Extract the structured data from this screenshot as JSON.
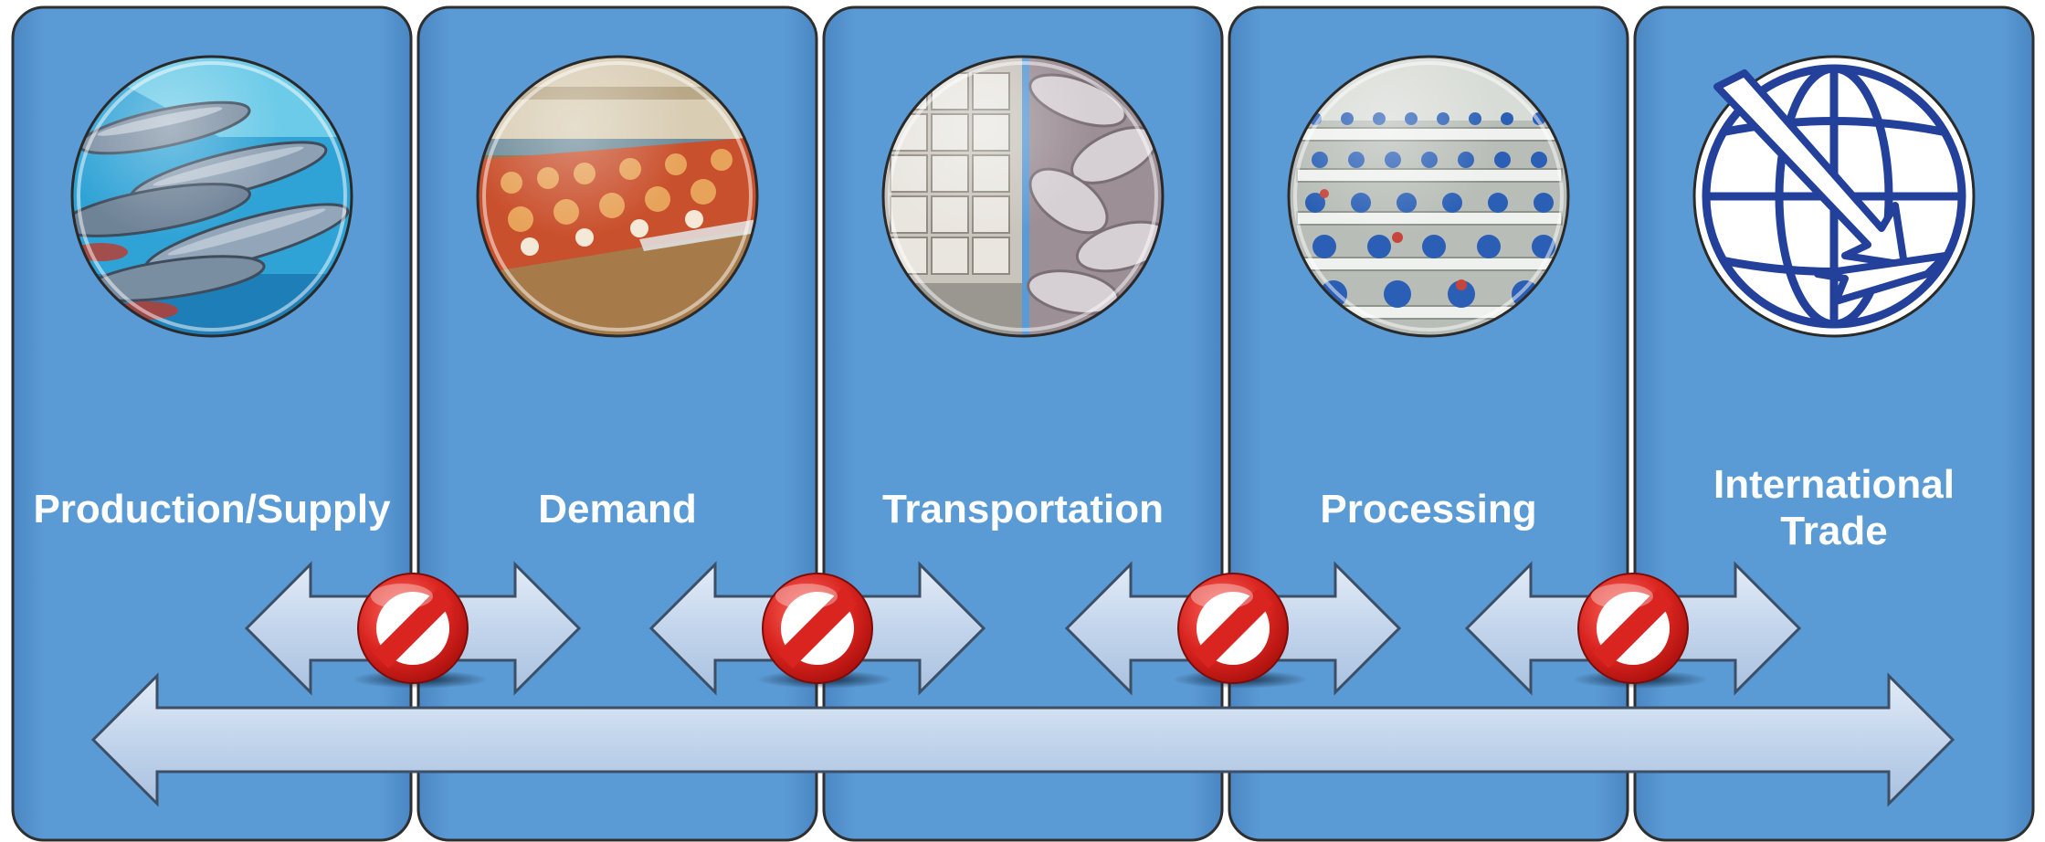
{
  "diagram": {
    "panels": [
      {
        "id": "production",
        "title_lines": [
          "Production/Supply"
        ],
        "image": "fish-catch-photo"
      },
      {
        "id": "demand",
        "title_lines": [
          "Demand"
        ],
        "image": "seafood-market-counter-photo"
      },
      {
        "id": "transportation",
        "title_lines": [
          "Transportation"
        ],
        "image": "cold-storage-and-frozen-fish-photo"
      },
      {
        "id": "processing",
        "title_lines": [
          "Processing"
        ],
        "image": "processing-plant-workers-photo"
      },
      {
        "id": "trade",
        "title_lines": [
          "International",
          "Trade"
        ],
        "image": "globe-with-arrows-icon"
      }
    ],
    "connectors": [
      {
        "between": [
          "production",
          "demand"
        ],
        "symbol": "no-entry-icon"
      },
      {
        "between": [
          "demand",
          "transportation"
        ],
        "symbol": "no-entry-icon"
      },
      {
        "between": [
          "transportation",
          "processing"
        ],
        "symbol": "no-entry-icon"
      },
      {
        "between": [
          "processing",
          "trade"
        ],
        "symbol": "no-entry-icon"
      }
    ],
    "spanning_arrow": "double-headed-arrow",
    "colors": {
      "panel_fill": "#5b9bd5",
      "panel_border": "#2f2f2f",
      "arrow_fill": "#c7d7ec",
      "arrow_border": "#3c4f66",
      "title_text": "#ffffff",
      "no_sign_red": "#d9241f"
    }
  }
}
